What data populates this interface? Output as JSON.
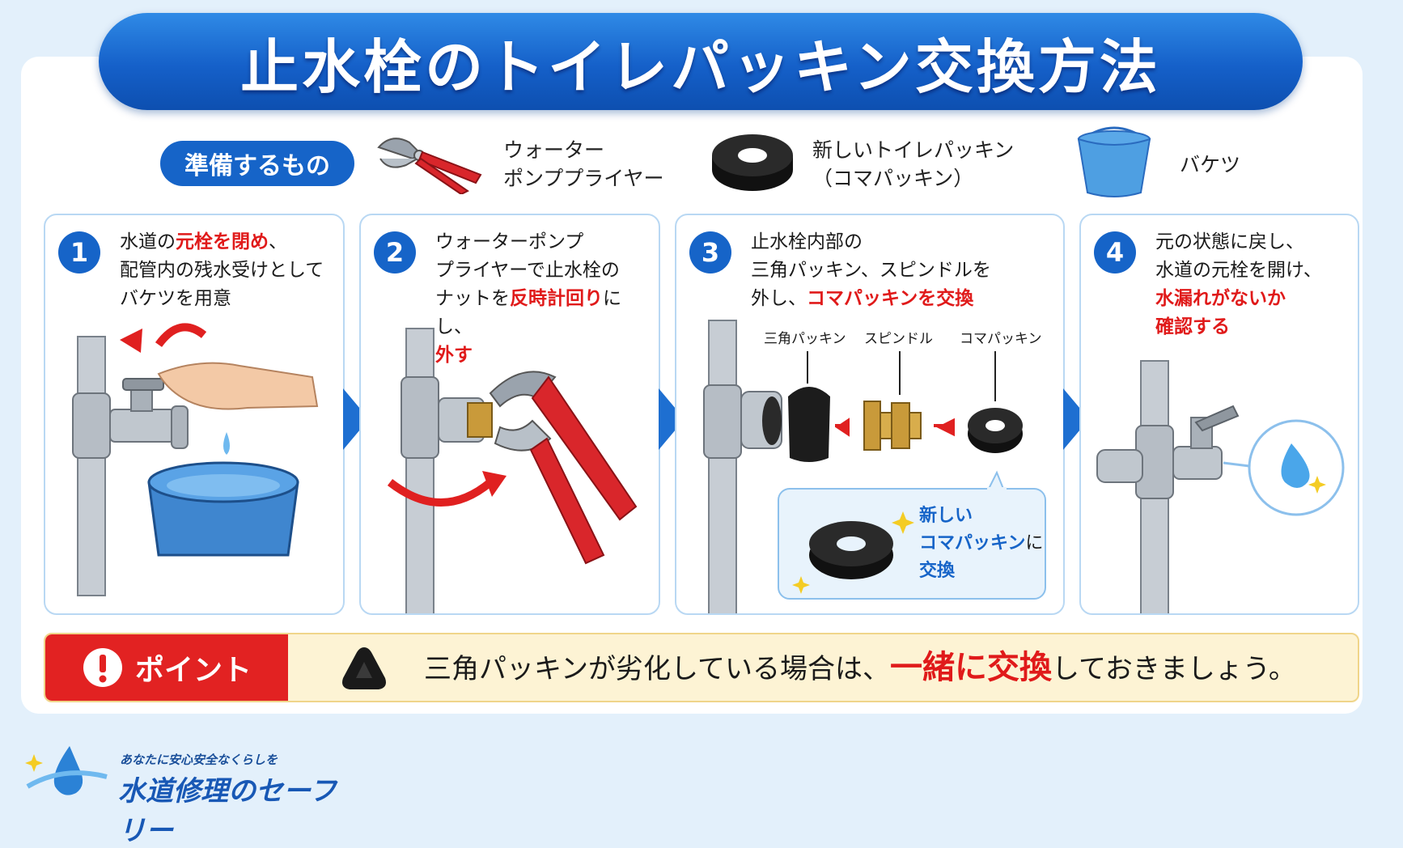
{
  "title": "止水栓のトイレパッキン交換方法",
  "prep": {
    "badge": "準備するもの",
    "items": [
      {
        "label": "ウォーター\nポンププライヤー",
        "icon": "pliers-icon"
      },
      {
        "label": "新しいトイレパッキン\n（コマパッキン）",
        "icon": "packing-icon"
      },
      {
        "label": "バケツ",
        "icon": "bucket-icon"
      }
    ]
  },
  "steps": [
    {
      "number": "1",
      "segments": [
        {
          "text": "水道の"
        },
        {
          "text": "元栓を閉め",
          "red": true
        },
        {
          "text": "、\n配管内の残水受けとして\nバケツを用意"
        }
      ]
    },
    {
      "number": "2",
      "segments": [
        {
          "text": "ウォーターポンプ\nプライヤーで止水栓の\nナットを"
        },
        {
          "text": "反時計回り",
          "red": true
        },
        {
          "text": "にし、\n"
        },
        {
          "text": "外す",
          "red": true
        }
      ]
    },
    {
      "number": "3",
      "segments": [
        {
          "text": "止水栓内部の\n三角パッキン、スピンドルを\n外し、"
        },
        {
          "text": "コマパッキンを交換",
          "red": true
        }
      ],
      "parts": [
        "三角パッキン",
        "スピンドル",
        "コマパッキン"
      ],
      "callout": [
        "新しい",
        "コマパッキン",
        "に",
        "交換"
      ]
    },
    {
      "number": "4",
      "segments": [
        {
          "text": "元の状態に戻し、\n水道の元栓を開け、\n"
        },
        {
          "text": "水漏れがないか\n確認する",
          "red": true
        }
      ]
    }
  ],
  "point": {
    "label": "ポイント",
    "text_before": "三角パッキンが劣化している場合は、",
    "text_highlight": "一緒に交換",
    "text_after": "しておきましょう。"
  },
  "logo": {
    "tagline": "あなたに安心安全なくらしを",
    "name": "水道修理のセーフリー"
  },
  "colors": {
    "primary": "#1664c8",
    "accent_red": "#e01a1a",
    "point_bg": "#fdf3d4"
  }
}
